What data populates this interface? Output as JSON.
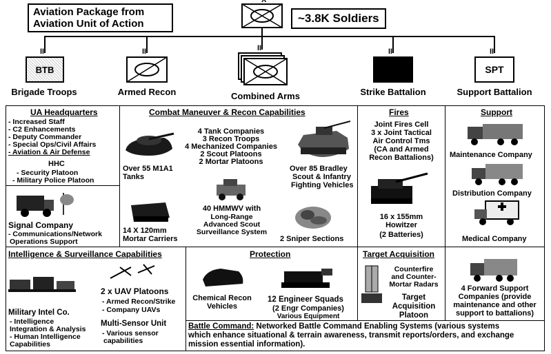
{
  "header": {
    "package_title_line1": "Aviation Package from",
    "package_title_line2": "Aviation Unit of Action",
    "soldiers": "~3.8K Soldiers",
    "top_mark": "X"
  },
  "units": [
    {
      "symbol": "BTB",
      "label": "Brigade Troops",
      "mark": "II"
    },
    {
      "symbol": "",
      "label": "Armed Recon",
      "mark": "II"
    },
    {
      "symbol": "",
      "label": "Combined Arms",
      "mark": "II"
    },
    {
      "symbol": "",
      "label": "Strike Battalion",
      "mark": "II"
    },
    {
      "symbol": "SPT",
      "label": "Support Battalion",
      "mark": "II"
    }
  ],
  "ua_hq": {
    "title": "UA Headquarters",
    "items": [
      "- Increased Staff",
      "- C2 Enhancements",
      "- Deputy Commander",
      "- Special Ops/Civil Affairs",
      "- Aviation & Air Defense"
    ],
    "hhc_title": "HHC",
    "hhc_items": [
      "-  Security Platoon",
      "- Military Police Platoon"
    ],
    "signal_title": "Signal Company",
    "signal_items": [
      " - Communications/Network",
      "Operations Support"
    ]
  },
  "combat": {
    "title": "Combat Maneuver & Recon Capabilities",
    "center_lines": [
      "4 Tank Companies",
      "3 Recon Troops",
      "4 Mechanized Companies",
      "2 Scout Platoons",
      "2 Mortar Platoons"
    ],
    "tanks_lines": [
      "Over 55 M1A1",
      "Tanks"
    ],
    "bradley_lines": [
      "Over 85 Bradley",
      "Scout & Infantry",
      "Fighting Vehicles"
    ],
    "hmmwv_lines": [
      "40 HMMWV with",
      "Long-Range",
      "Advanced Scout",
      "Surveillance System"
    ],
    "mortar_lines": [
      "14 X 120mm",
      "Mortar Carriers"
    ],
    "sniper": "2 Sniper Sections"
  },
  "fires": {
    "title": "Fires",
    "lines": [
      "Joint Fires Cell",
      "3 x Joint Tactical",
      "Air Control Tms",
      "(CA and Armed",
      "Recon Battalions)"
    ],
    "howitzer_lines": [
      "16 x 155mm",
      "Howitzer",
      "(2 Batteries)"
    ]
  },
  "support": {
    "title": "Support",
    "items": [
      "Maintenance Company",
      "Distribution Company",
      "Medical Company"
    ],
    "forward_lines": [
      "4 Forward Support",
      "Companies (provide",
      "maintenance and other",
      "support to battalions)"
    ]
  },
  "intel": {
    "title": "Intelligence & Surveillance Capabilities",
    "mi_title": "Military Intel Co.",
    "mi_items": [
      "- Intelligence",
      "Integration & Analysis",
      "- Human Intelligence",
      "Capabilities"
    ],
    "uav_title": "2 x UAV Platoons",
    "uav_items": [
      "- Armed Recon/Strike",
      "- Company UAVs"
    ],
    "msu_title": "Multi-Sensor Unit",
    "msu_items": [
      "- Various sensor",
      "capabilities"
    ]
  },
  "protection": {
    "title": "Protection",
    "chem_lines": [
      "Chemical Recon",
      "Vehicles"
    ],
    "eng_lines": [
      "12 Engineer Squads",
      "(2 Engr Companies)",
      "Various Equipment"
    ]
  },
  "target": {
    "title": "Target Acquisition",
    "radar_lines": [
      "Counterfire",
      "and Counter-",
      "Mortar Radars"
    ],
    "platoon_lines": [
      "Target",
      "Acquisition",
      "Platoon"
    ]
  },
  "battle_command": {
    "label": "Battle Command:",
    "line1": " Networked Battle Command Enabling Systems (various systems",
    "line2": "which enhance situational & terrain awareness, transmit reports/orders, and exchange",
    "line3": "mission essential information)."
  }
}
